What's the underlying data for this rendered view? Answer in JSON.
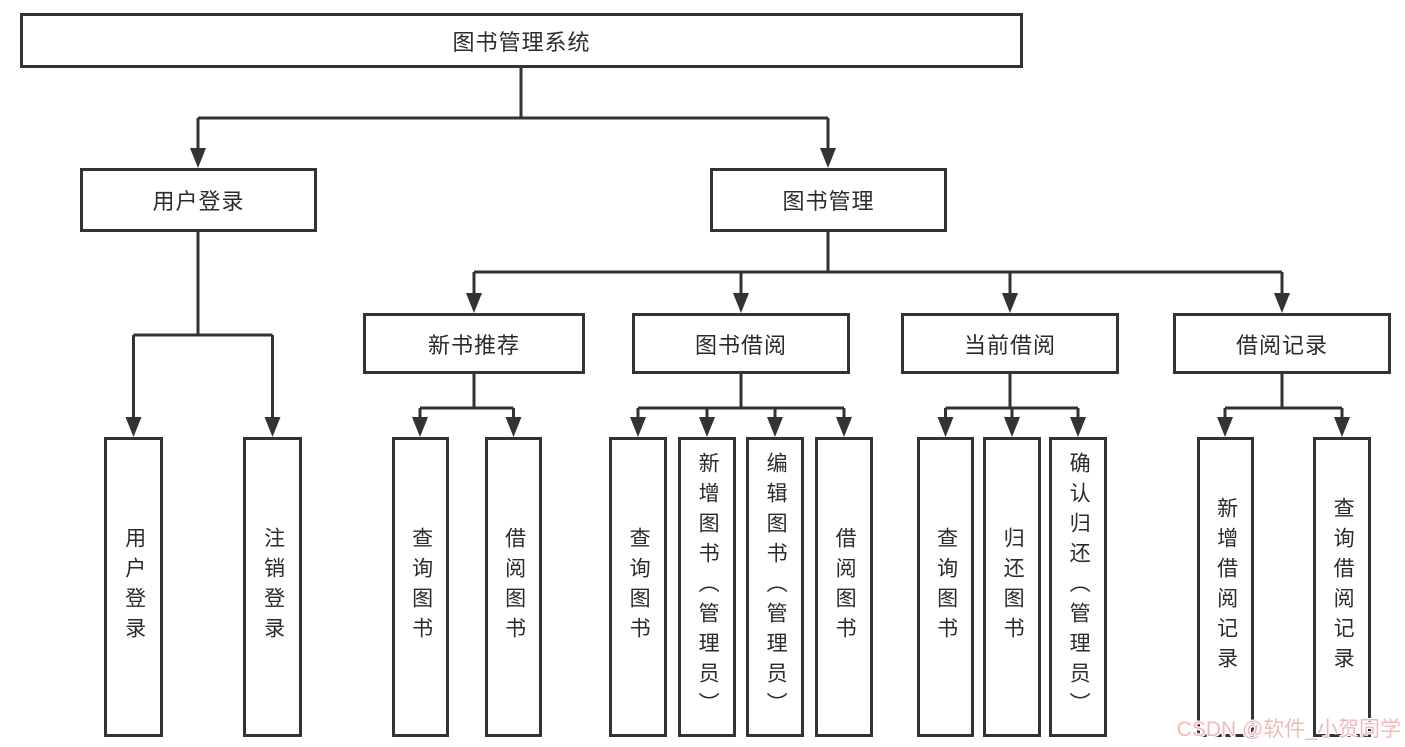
{
  "tree": {
    "root": "图书管理系统",
    "branches": [
      {
        "label": "用户登录",
        "children": [
          {
            "label": "用户登录"
          },
          {
            "label": "注销登录"
          }
        ]
      },
      {
        "label": "图书管理",
        "children": [
          {
            "label": "新书推荐",
            "children": [
              {
                "label": "查询图书"
              },
              {
                "label": "借阅图书"
              }
            ]
          },
          {
            "label": "图书借阅",
            "children": [
              {
                "label": "查询图书"
              },
              {
                "label": "新增图书（管理员）"
              },
              {
                "label": "编辑图书（管理员）"
              },
              {
                "label": "借阅图书"
              }
            ]
          },
          {
            "label": "当前借阅",
            "children": [
              {
                "label": "查询图书"
              },
              {
                "label": "归还图书"
              },
              {
                "label": "确认归还（管理员）"
              }
            ]
          },
          {
            "label": "借阅记录",
            "children": [
              {
                "label": "新增借阅记录"
              },
              {
                "label": "查询借阅记录"
              }
            ]
          }
        ]
      }
    ]
  },
  "watermark": {
    "text": "CSDN @软件_小贺同学",
    "color": "#f1bab8"
  },
  "colors": {
    "line": "#333333",
    "box_border": "#333333",
    "box_background": "#ffffff",
    "text": "#2b2b2b",
    "background": "#ffffff"
  }
}
